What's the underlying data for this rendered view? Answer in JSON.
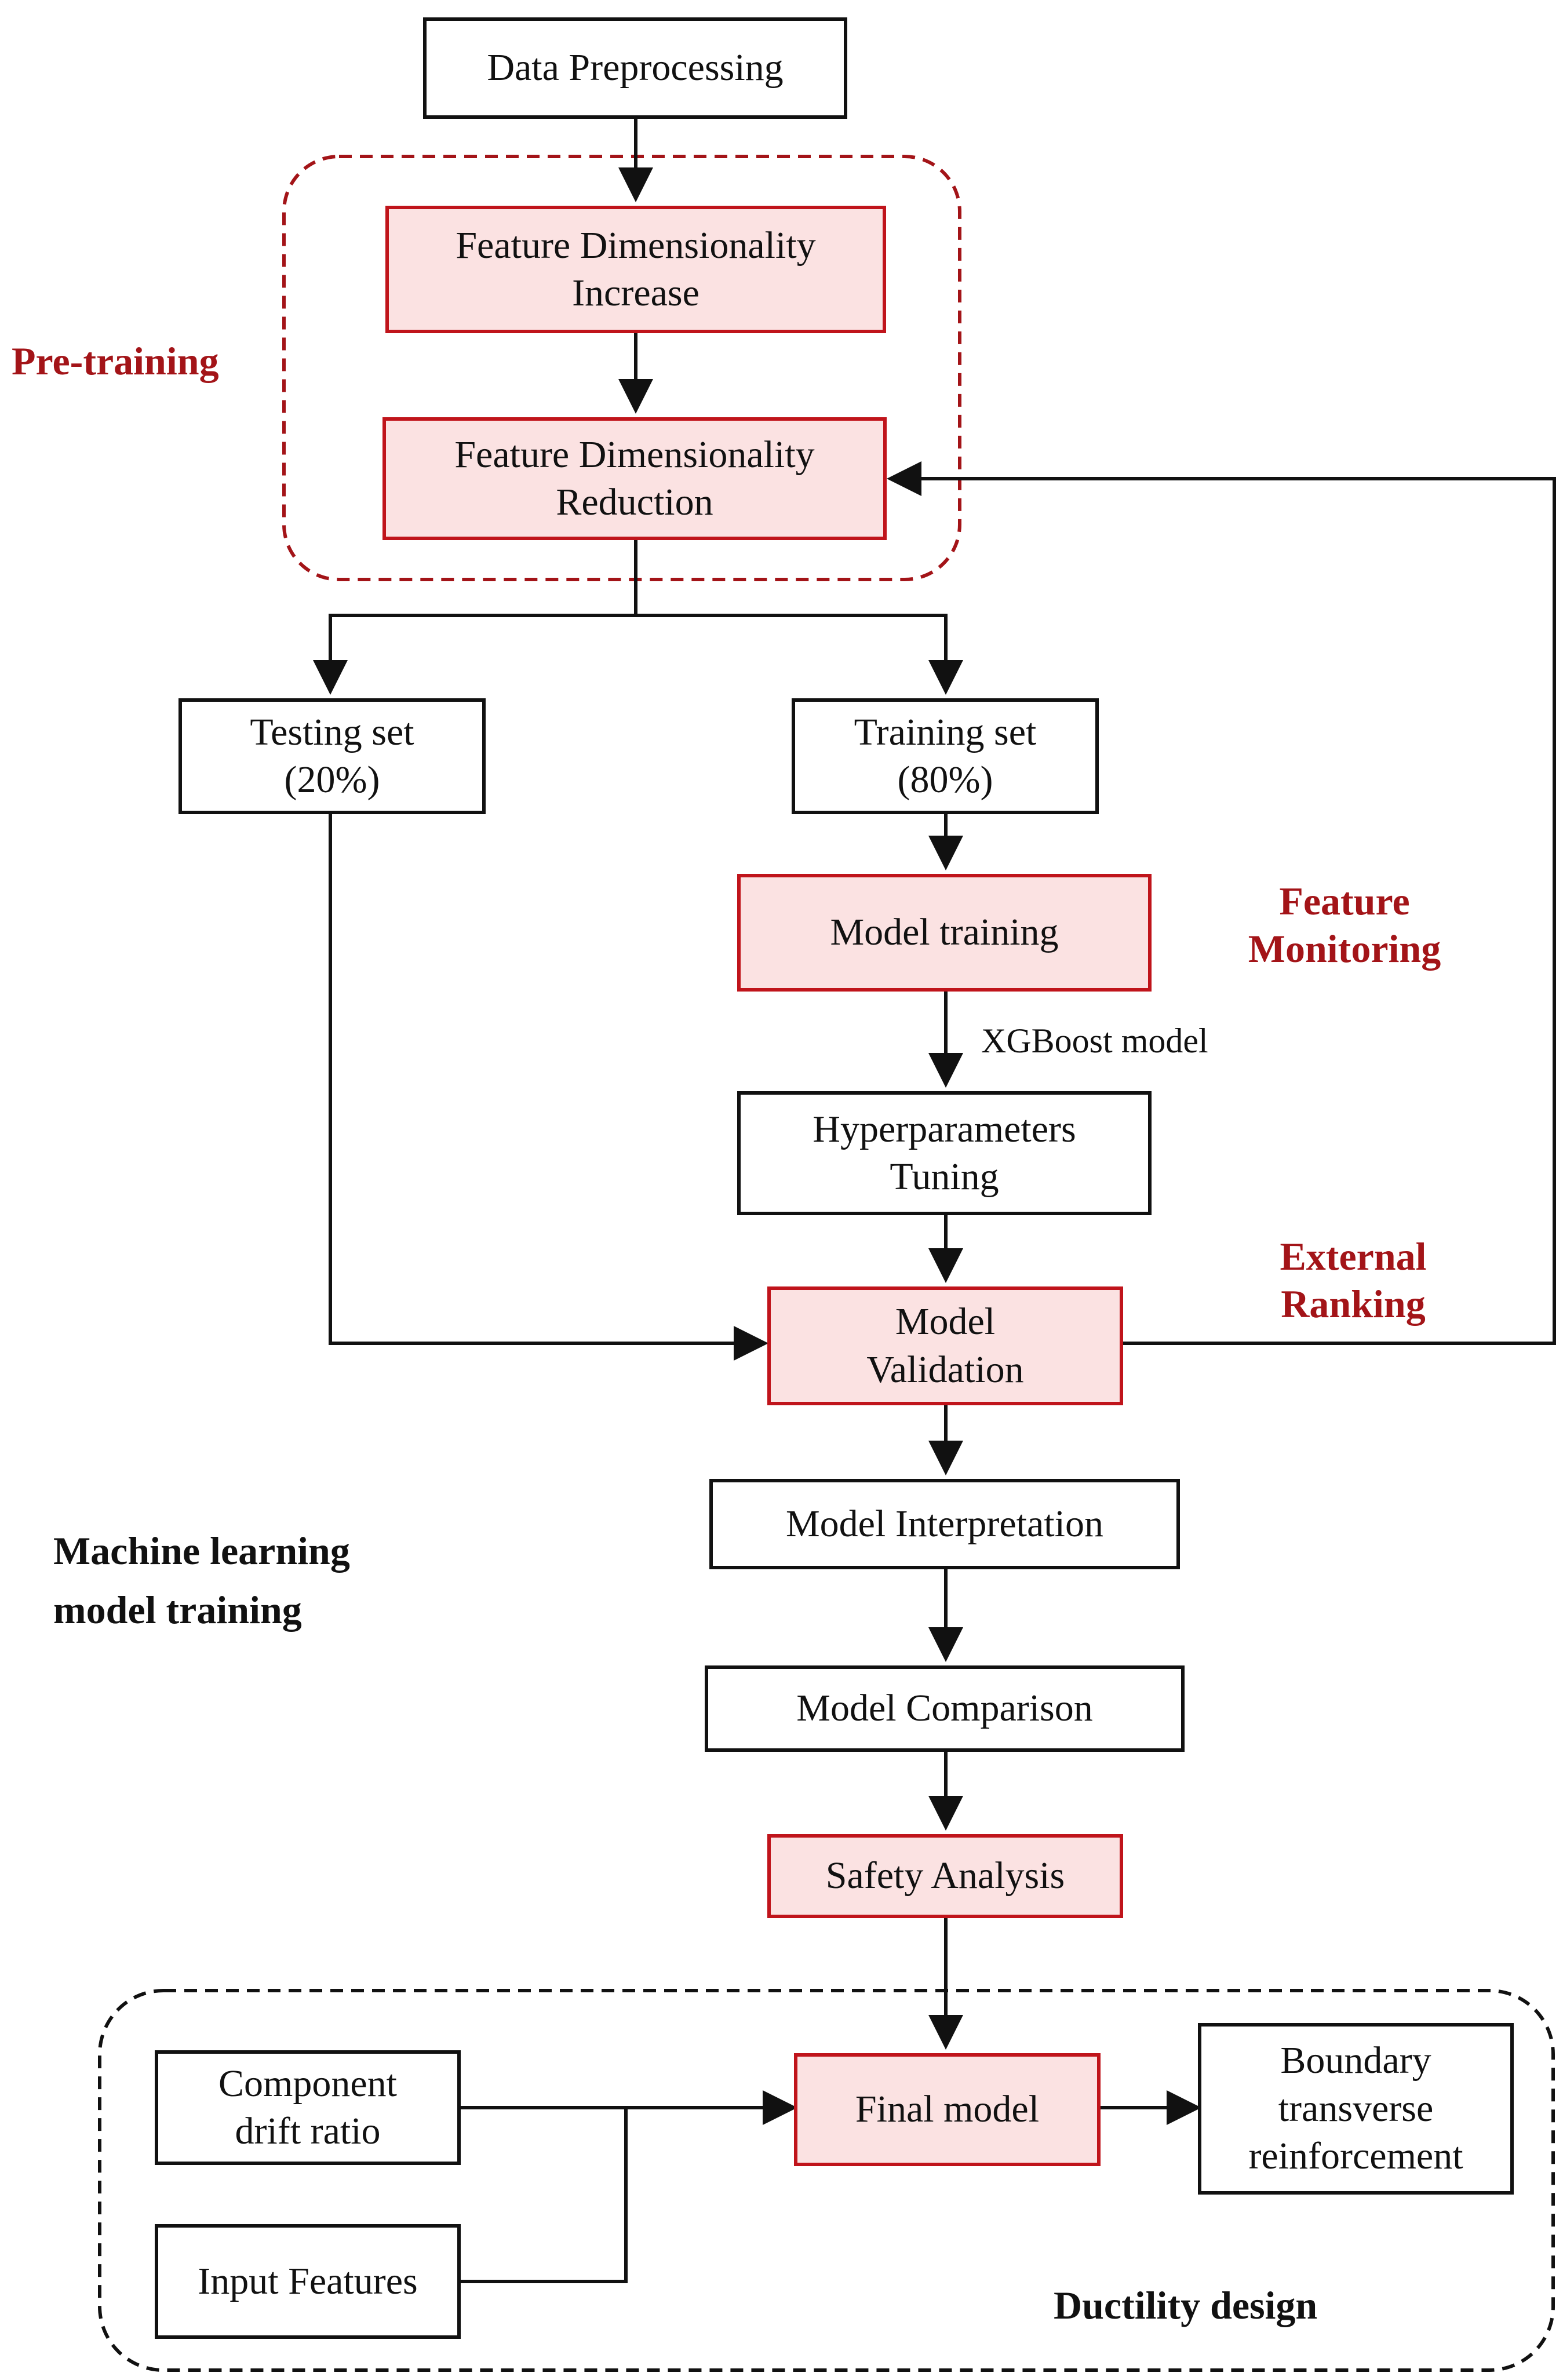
{
  "colors": {
    "accent_red": "#c0141b",
    "fill_pink": "#fbe2e2",
    "label_red": "#a31418",
    "line": "#111111"
  },
  "nodes": {
    "data_preprocessing": "Data Preprocessing",
    "feature_increase": [
      "Feature Dimensionality",
      "Increase"
    ],
    "feature_reduction": [
      "Feature Dimensionality",
      "Reduction"
    ],
    "testing_set": [
      "Testing set",
      "(20%)"
    ],
    "training_set": [
      "Training set",
      "(80%)"
    ],
    "model_training": "Model training",
    "hyperparameters": [
      "Hyperparameters",
      "Tuning"
    ],
    "model_validation": [
      "Model",
      "Validation"
    ],
    "model_interpretation": "Model Interpretation",
    "model_comparison": "Model Comparison",
    "safety_analysis": "Safety Analysis",
    "component_drift": [
      "Component",
      "drift ratio"
    ],
    "input_features": "Input Features",
    "final_model": "Final model",
    "boundary": [
      "Boundary",
      "transverse",
      "reinforcement"
    ]
  },
  "labels": {
    "pre_training": "Pre-training",
    "feature_monitoring": [
      "Feature",
      "Monitoring"
    ],
    "external_ranking": [
      "External",
      "Ranking"
    ],
    "ml_training": [
      "Machine learning",
      "model training"
    ],
    "ductility": "Ductility design",
    "xgboost": "XGBoost model"
  }
}
